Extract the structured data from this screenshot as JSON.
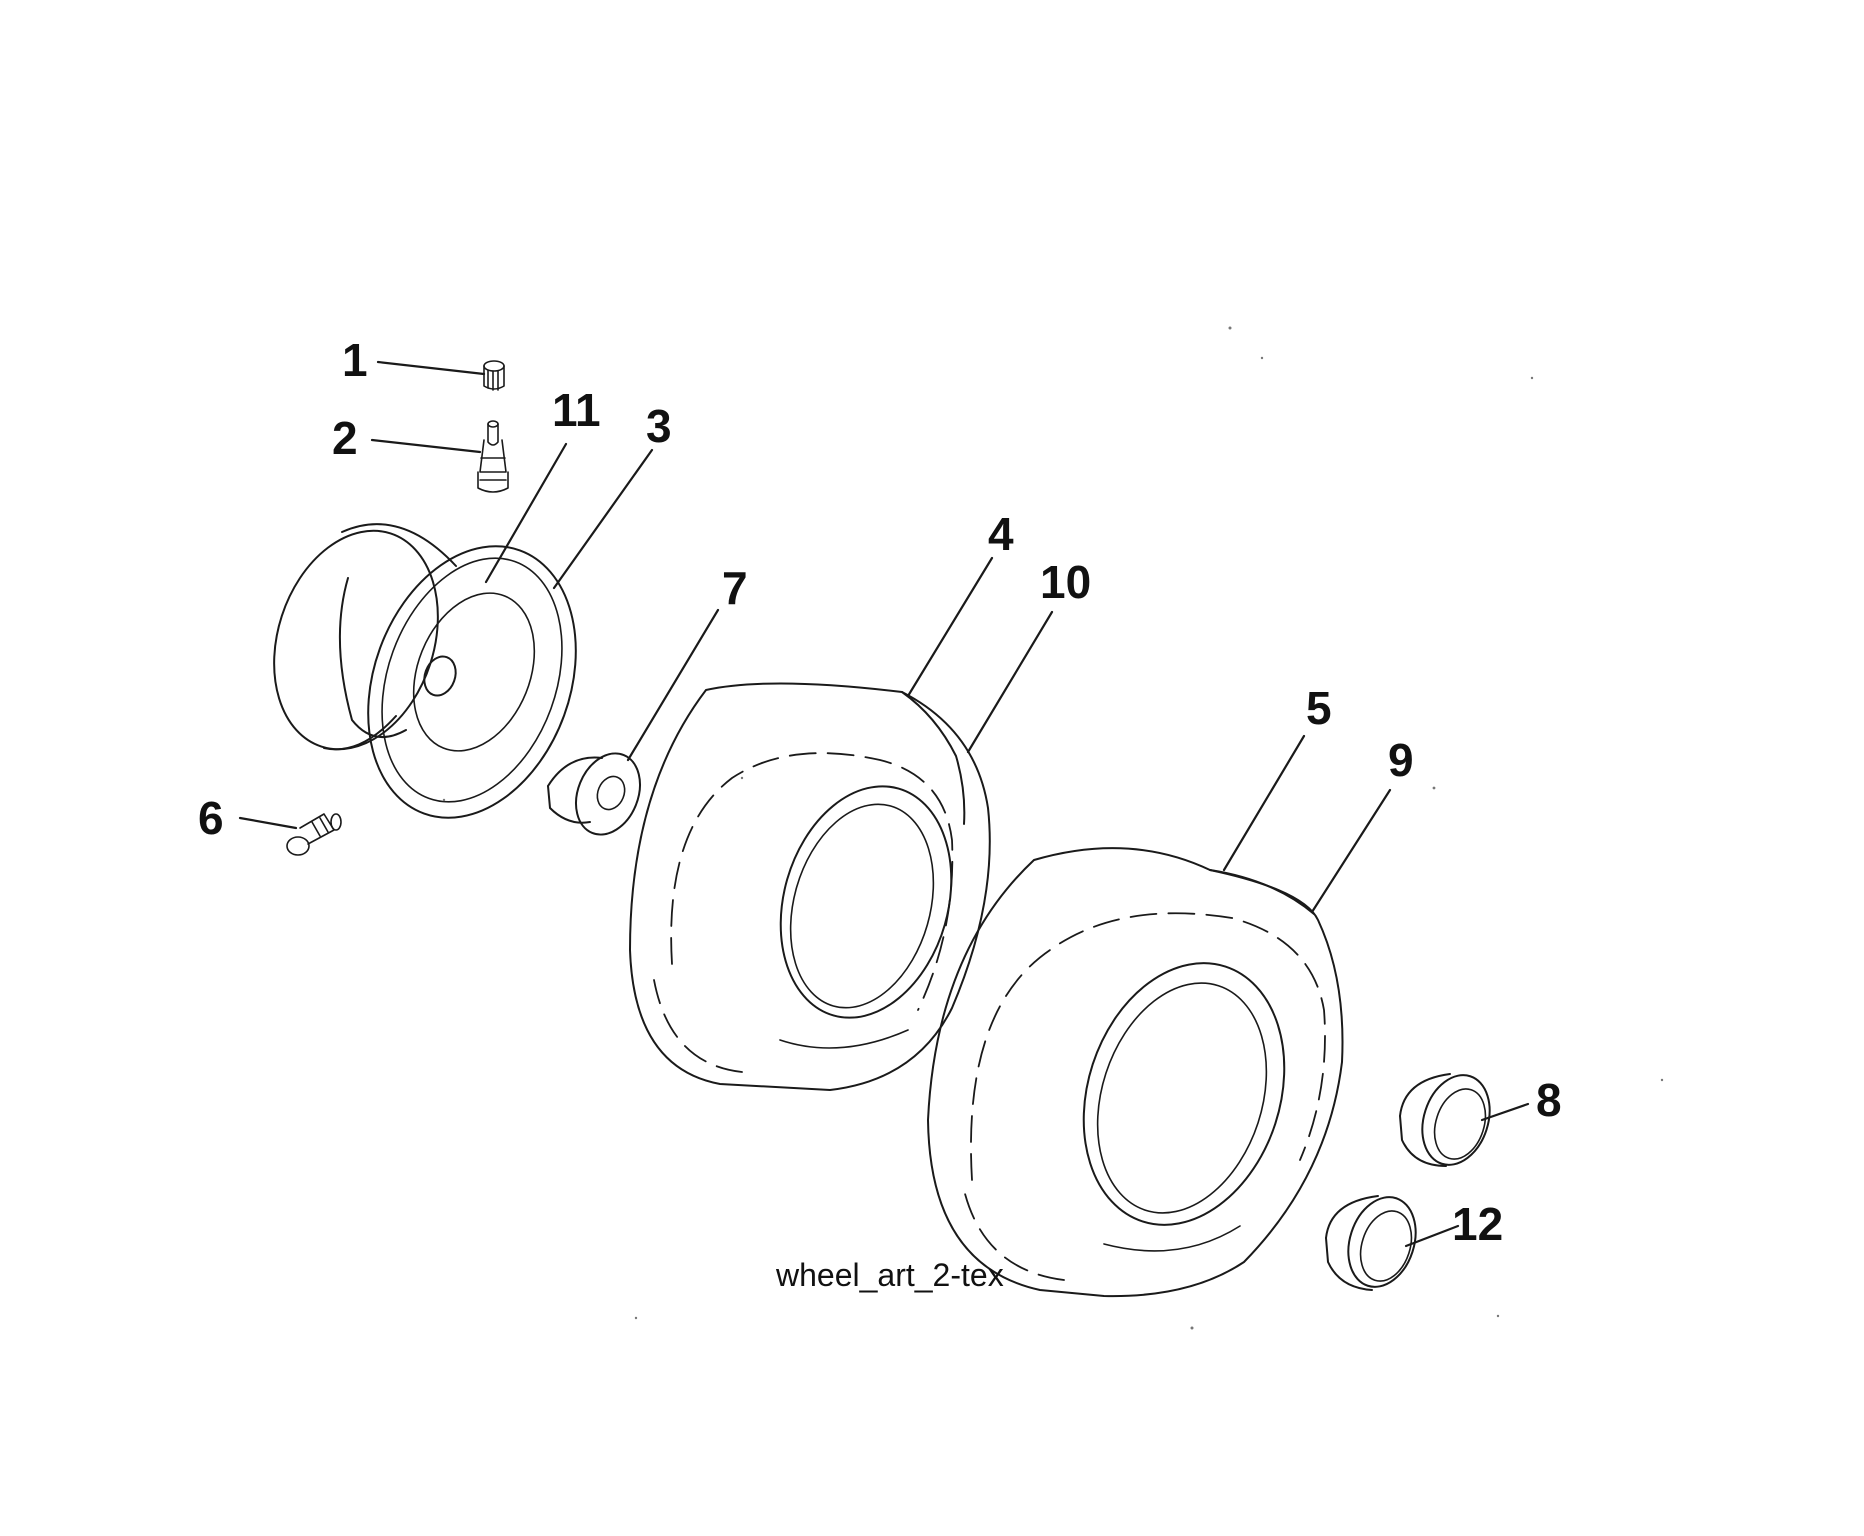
{
  "callouts": [
    {
      "id": "1",
      "label": "1"
    },
    {
      "id": "2",
      "label": "2"
    },
    {
      "id": "3",
      "label": "3"
    },
    {
      "id": "4",
      "label": "4"
    },
    {
      "id": "5",
      "label": "5"
    },
    {
      "id": "6",
      "label": "6"
    },
    {
      "id": "7",
      "label": "7"
    },
    {
      "id": "8",
      "label": "8"
    },
    {
      "id": "9",
      "label": "9"
    },
    {
      "id": "10",
      "label": "10"
    },
    {
      "id": "11",
      "label": "11"
    },
    {
      "id": "12",
      "label": "12"
    }
  ],
  "caption": "wheel_art_2-tex",
  "colors": {
    "line": "#1a1a1a",
    "background": "#ffffff"
  }
}
